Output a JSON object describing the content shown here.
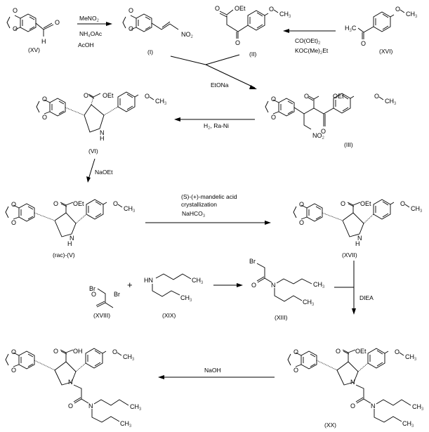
{
  "scheme": {
    "compounds": {
      "XV": {
        "label": "(XV)"
      },
      "I": {
        "label": "(I)"
      },
      "II": {
        "label": "(II)"
      },
      "XVI": {
        "label": "(XVI)"
      },
      "III": {
        "label": "(III)"
      },
      "VI": {
        "label": "(VI)"
      },
      "rac_V": {
        "label": "(rac)-(V)"
      },
      "XVII": {
        "label": "(XVII)"
      },
      "XVIII": {
        "label": "(XVIII)"
      },
      "XIX": {
        "label": "(XIX)"
      },
      "XIII": {
        "label": "(XIII)"
      },
      "XX": {
        "label": "(XX)"
      }
    },
    "reagents": {
      "r1": [
        "MeNO2",
        "NH4OAc",
        "AcOH"
      ],
      "r2": [
        "CO(OEt)2",
        "KOC(Me)2Et"
      ],
      "r3": [
        "EtONa"
      ],
      "r4": [
        "H2, Ra-Ni"
      ],
      "r5": [
        "NaOEt"
      ],
      "r6": [
        "(S)-(+)-mandelic acid",
        "crystallization",
        "NaHCO3"
      ],
      "r7": [
        "DIEA"
      ],
      "r8": [
        "NaOH"
      ]
    },
    "plus_sign": "+",
    "atoms": {
      "O": "O",
      "H": "H",
      "N": "N",
      "NH": "HN",
      "Br": "Br",
      "OEt": "OEt",
      "OH": "OH",
      "CH": "CH",
      "C": "C",
      "NO": "NO",
      "sub2": "2",
      "sub3": "3",
      "sub4": "4"
    }
  }
}
